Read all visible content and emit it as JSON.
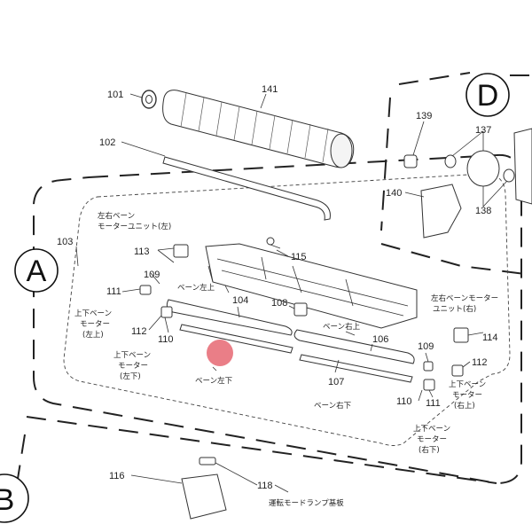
{
  "sections": {
    "A": "A",
    "B": "B",
    "D": "D"
  },
  "labels": {
    "p101": "101",
    "p102": "102",
    "p103": "103",
    "p104": "104",
    "p106": "106",
    "p107": "107",
    "p108": "108",
    "p109a": "109",
    "p109b": "109",
    "p110a": "110",
    "p110b": "110",
    "p111a": "111",
    "p111b": "111",
    "p112a": "112",
    "p112b": "112",
    "p113": "113",
    "p114": "114",
    "p115": "115",
    "p116": "116",
    "p118": "118",
    "p137": "137",
    "p138": "138",
    "p139": "139",
    "p140": "140",
    "p141": "141"
  },
  "jp": {
    "lr_vane_unit_left_1": "左右ベーン",
    "lr_vane_unit_left_2": "モーターユニット(左)",
    "vane_upper_left": "ベーン左上",
    "updown_motor_leftup_1": "上下ベーン",
    "updown_motor_leftup_2": "モーター",
    "updown_motor_leftup_3": "(左上)",
    "updown_motor_leftdown_1": "上下ベーン",
    "updown_motor_leftdown_2": "モーター",
    "updown_motor_leftdown_3": "(左下)",
    "vane_lower_left": "ベーン左下",
    "vane_upper_right": "ベーン右上",
    "vane_lower_right": "ベーン右下",
    "lr_vane_unit_right_1": "左右ベーンモーター",
    "lr_vane_unit_right_2": "ユニット(右)",
    "updown_motor_rightup_1": "上下ベーン",
    "updown_motor_rightup_2": "モーター",
    "updown_motor_rightup_3": "(右上)",
    "updown_motor_rightdown_1": "上下ベーン",
    "updown_motor_rightdown_2": "モーター",
    "updown_motor_rightdown_3": "(右下)",
    "run_mode_lamp_board": "運転モードランプ基板"
  },
  "colors": {
    "marker": "#e8707a"
  }
}
